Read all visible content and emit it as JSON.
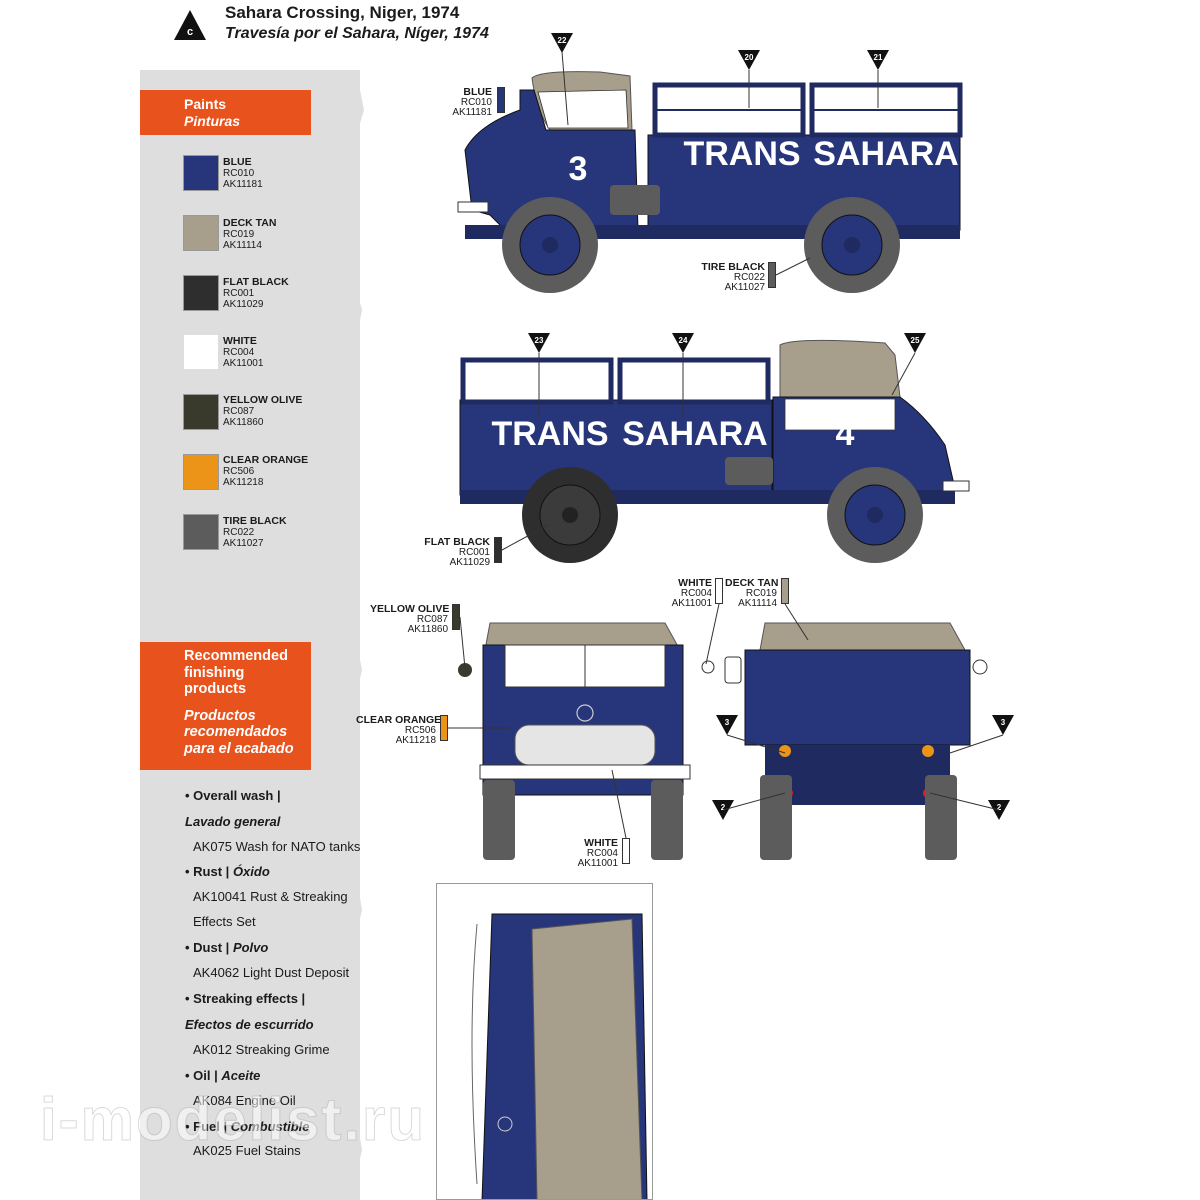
{
  "header": {
    "badge_letter": "c",
    "title": "Sahara Crossing, Niger, 1974",
    "subtitle": "Travesía por el Sahara, Níger, 1974"
  },
  "paints_box": {
    "title": "Paints",
    "title_es": "Pinturas"
  },
  "paints": [
    {
      "name": "BLUE",
      "code1": "RC010",
      "code2": "AK11181",
      "color": "#27367a"
    },
    {
      "name": "DECK TAN",
      "code1": "RC019",
      "code2": "AK11114",
      "color": "#a79e8c"
    },
    {
      "name": "FLAT BLACK",
      "code1": "RC001",
      "code2": "AK11029",
      "color": "#2e2e2e"
    },
    {
      "name": "WHITE",
      "code1": "RC004",
      "code2": "AK11001",
      "color": "#ffffff"
    },
    {
      "name": "YELLOW OLIVE",
      "code1": "RC087",
      "code2": "AK11860",
      "color": "#3a3a2c"
    },
    {
      "name": "CLEAR ORANGE",
      "code1": "RC506",
      "code2": "AK11218",
      "color": "#ec9418"
    },
    {
      "name": "TIRE BLACK",
      "code1": "RC022",
      "code2": "AK11027",
      "color": "#5c5c5c"
    }
  ],
  "finishing_box": {
    "title": "Recommended finishing products",
    "title_line1": "Recommended",
    "title_line2": "finishing",
    "title_line3": "products",
    "title_es_line1": "Productos",
    "title_es_line2": "recomendados",
    "title_es_line3": "para el acabado"
  },
  "finishing": {
    "wash_label": "• Overall wash |",
    "wash_es": "Lavado general",
    "wash_product": "AK075 Wash for NATO tanks",
    "rust_label": "• Rust |",
    "rust_es": "Óxido",
    "rust_product_1": "AK10041 Rust & Streaking",
    "rust_product_2": "Effects Set",
    "dust_label": "• Dust |",
    "dust_es": "Polvo",
    "dust_product": "AK4062 Light Dust Deposit",
    "streak_label": "• Streaking effects |",
    "streak_es": "Efectos de escurrido",
    "streak_product": "AK012 Streaking Grime",
    "oil_label": "• Oil |",
    "oil_es": "Aceite",
    "oil_product": "AK084 Engine Oil",
    "fuel_label": "• Fuel |",
    "fuel_es": "Combustible",
    "fuel_product": "AK025 Fuel Stains"
  },
  "truck_text": {
    "side_a_number": "3",
    "side_b_number": "4",
    "lettering_1": "TRANS",
    "lettering_2": "SAHARA"
  },
  "markers": {
    "m22": "22",
    "m20": "20",
    "m21": "21",
    "m23": "23",
    "m24": "24",
    "m25": "25",
    "m3": "3",
    "m2": "2"
  },
  "watermark": "i-modelist.ru"
}
